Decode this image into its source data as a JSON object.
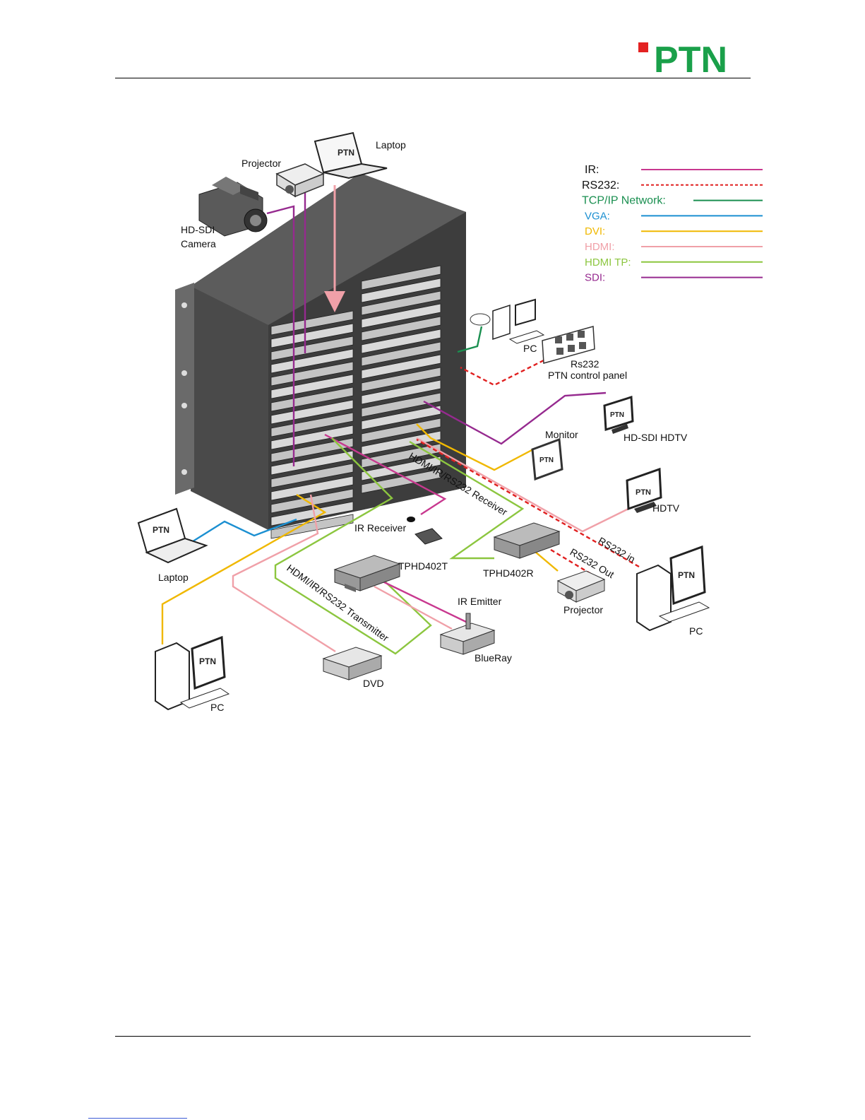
{
  "header": {
    "logo_text": "PTN",
    "logo_colors": {
      "green": "#1aa04a",
      "red": "#e32222"
    }
  },
  "legend": [
    {
      "label": "IR:",
      "color": "#c8388f",
      "dash": false,
      "label_color": "#111111"
    },
    {
      "label": "RS232:",
      "color": "#e02020",
      "dash": true,
      "label_color": "#111111"
    },
    {
      "label": "TCP/IP Network:",
      "color": "#1a8f50",
      "dash": false,
      "label_color": "#1a8f50"
    },
    {
      "label": "VGA:",
      "color": "#1b8fd1",
      "dash": false,
      "label_color": "#1b8fd1"
    },
    {
      "label": "DVI:",
      "color": "#f0b800",
      "dash": false,
      "label_color": "#f0b800"
    },
    {
      "label": "HDMI:",
      "color": "#f0a0a8",
      "dash": false,
      "label_color": "#f0a0a8"
    },
    {
      "label": "HDMI TP:",
      "color": "#8cc63f",
      "dash": false,
      "label_color": "#8cc63f"
    },
    {
      "label": "SDI:",
      "color": "#962a8f",
      "dash": false,
      "label_color": "#962a8f"
    }
  ],
  "devices": {
    "laptop_top": "Laptop",
    "projector_top": "Projector",
    "camera_line1": "HD-SDI",
    "camera_line2": "Camera",
    "pc_network": "PC",
    "rs232_panel_line1": "Rs232",
    "rs232_panel_line2": "PTN control panel",
    "sdi_hdtv": "HD-SDI HDTV",
    "monitor": "Monitor",
    "hdtv": "HDTV",
    "laptop_left": "Laptop",
    "ir_receiver": "IR Receiver",
    "receiver_label": "HDMI/IR/RS232 Receiver",
    "transmitter_label": "HDMI/IR/RS232 Transmitter",
    "tphd402t": "TPHD402T",
    "tphd402r": "TPHD402R",
    "rs232_in": "RS232 in",
    "rs232_out": "RS232 Out",
    "ir_emitter": "IR Emitter",
    "projector_right": "Projector",
    "pc_right": "PC",
    "blueray": "BlueRay",
    "dvd": "DVD",
    "pc_left": "PC",
    "screen_brand": "PTN"
  }
}
